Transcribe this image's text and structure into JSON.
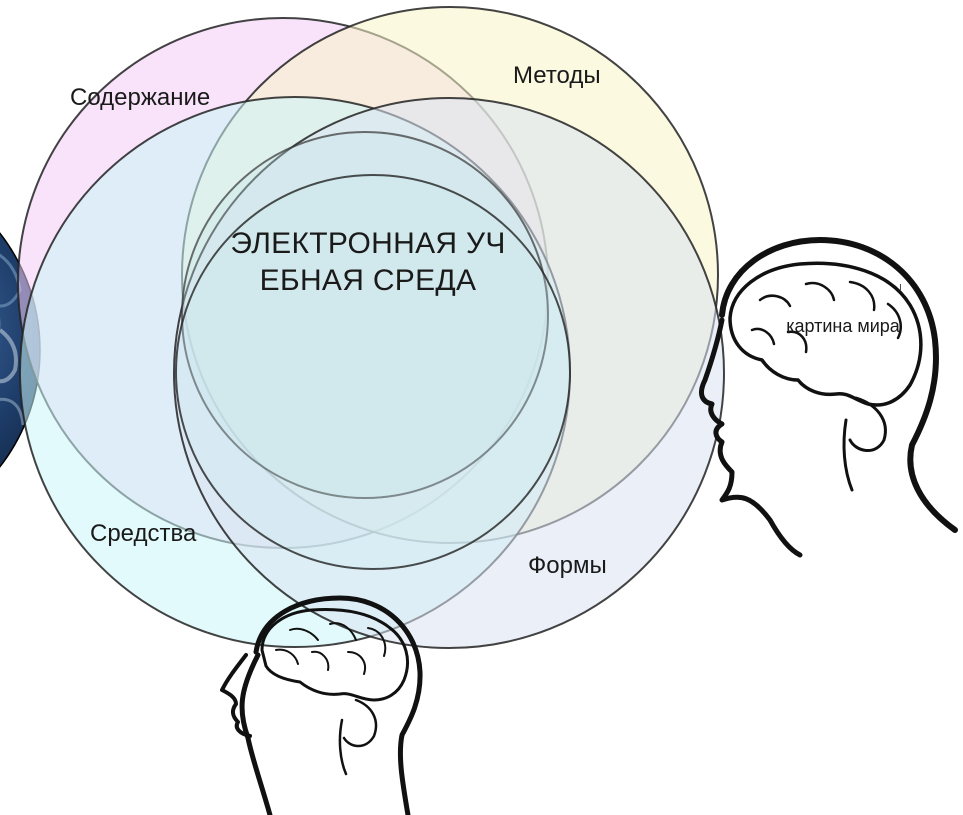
{
  "diagram": {
    "center_label": "ЭЛЕКТРОННАЯ УЧЕБНАЯ СРЕДА",
    "circles": [
      {
        "label": "Содержание",
        "fill": "#f2ccf5"
      },
      {
        "label": "Методы",
        "fill": "#f7f4c6"
      },
      {
        "label": "Средства",
        "fill": "#cbf5f8"
      },
      {
        "label": "Формы",
        "fill": "#dbe4f3"
      }
    ],
    "outline_color": "#000000"
  },
  "head_right": {
    "label": "картина мира",
    "mark": "ı"
  }
}
